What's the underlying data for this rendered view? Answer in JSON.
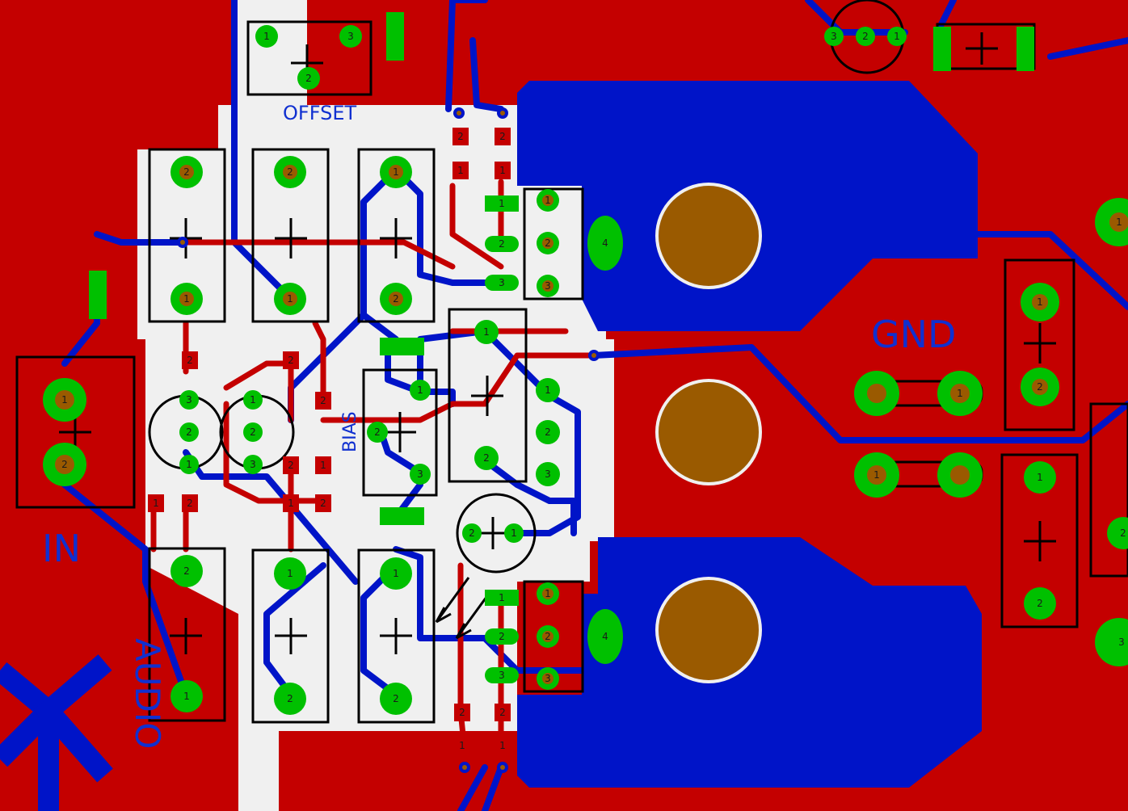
{
  "labels": {
    "offset": "OFFSET",
    "bias": "BIAS",
    "gnd": "GND",
    "in": "IN",
    "brand": "AUDIO"
  },
  "colors": {
    "copper_top": "#c40000",
    "copper_bottom": "#0014c8",
    "clearance": "#f0f0f0",
    "pad": "#00c000",
    "drill": "#9a5a00",
    "silkscreen": "#000000"
  },
  "pins": {
    "p1": "1",
    "p2": "2",
    "p3": "3",
    "p4": "4"
  }
}
